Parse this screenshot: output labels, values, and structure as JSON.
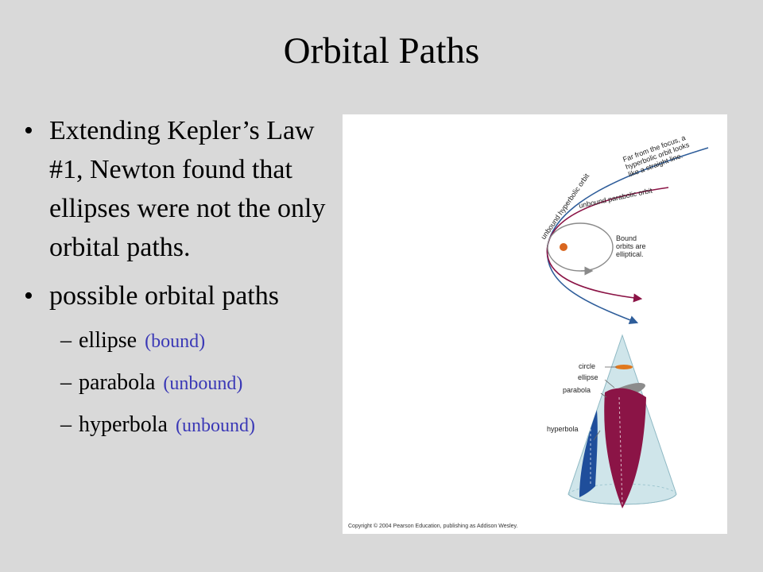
{
  "slide": {
    "title": "Orbital Paths"
  },
  "bullets": [
    {
      "text": "Extending Kepler’s Law #1, Newton found that ellipses were not the only orbital paths."
    },
    {
      "text": "possible orbital paths",
      "subitems": [
        {
          "text": "ellipse",
          "note": "(bound)"
        },
        {
          "text": "parabola",
          "note": "(unbound)"
        },
        {
          "text": "hyperbola",
          "note": "(unbound)"
        }
      ]
    }
  ],
  "figure": {
    "orbit_labels": {
      "far_line1": "Far from the focus, a",
      "far_line2": "hyperbolic orbit looks",
      "far_line3": "like a straight line.",
      "unbound_hyperbolic": "unbound hyperbolic orbit",
      "unbound_parabolic": "unbound parabolic orbit",
      "bound_line1": "Bound",
      "bound_line2": "orbits are",
      "bound_line3": "elliptical."
    },
    "cone_labels": {
      "circle": "circle",
      "ellipse": "ellipse",
      "parabola": "parabola",
      "hyperbola": "hyperbola"
    },
    "copyright": "Copyright © 2004 Pearson Education, publishing as Addison Wesley.",
    "colors": {
      "hyperbolic_orbit": "#2e5d9a",
      "parabolic_orbit": "#8b1446",
      "elliptical_orbit": "#8a8a8a",
      "focus": "#d9661f",
      "cone_fill": "#cfe5ea",
      "parabola_section": "#8b1446",
      "hyperbola_section": "#1f4e9b",
      "circle_section": "#e0781d",
      "ellipse_section": "#8c8c8c"
    }
  }
}
